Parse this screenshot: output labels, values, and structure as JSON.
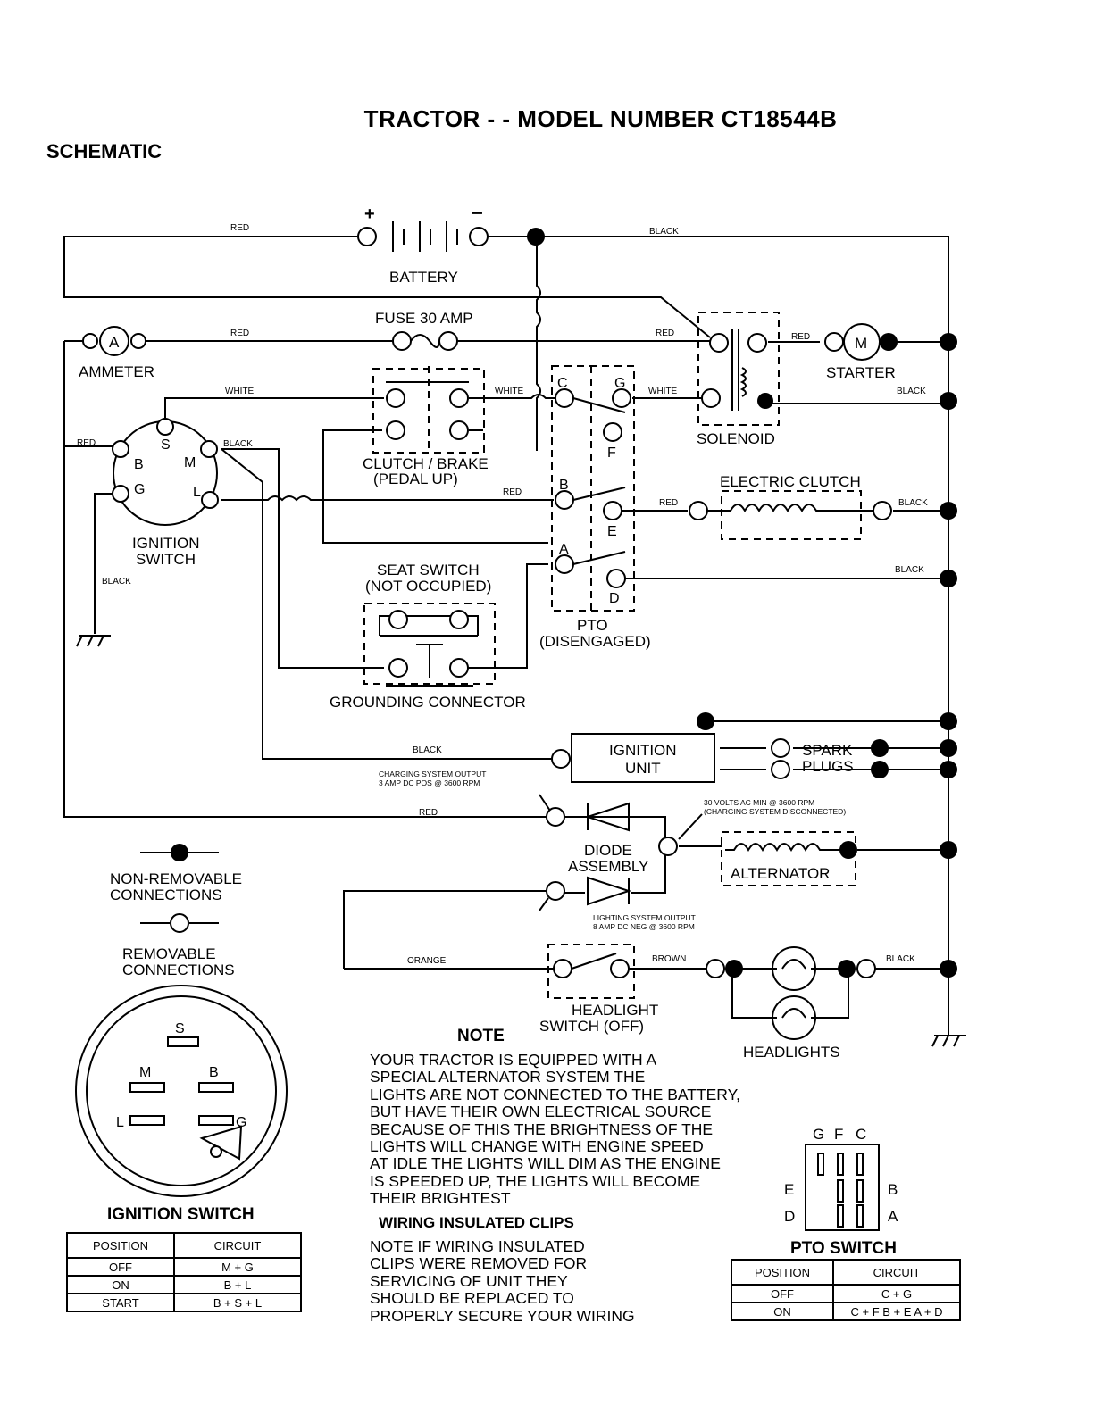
{
  "title": "TRACTOR - - MODEL NUMBER CT18544B",
  "section": "SCHEMATIC",
  "components": {
    "battery": "BATTERY",
    "fuse": "FUSE 30 AMP",
    "ammeter": "AMMETER",
    "ammeter_symbol": "A",
    "starter": "STARTER",
    "starter_symbol": "M",
    "solenoid": "SOLENOID",
    "clutch_brake": "CLUTCH / BRAKE",
    "clutch_brake_state": "(PEDAL UP)",
    "ignition_switch": "IGNITION",
    "ignition_switch_2": "SWITCH",
    "electric_clutch": "ELECTRIC CLUTCH",
    "seat_switch": "SEAT SWITCH",
    "seat_switch_state": "(NOT OCCUPIED)",
    "grounding_connector": "GROUNDING CONNECTOR",
    "pto": "PTO",
    "pto_state": "(DISENGAGED)",
    "ignition_unit": "IGNITION",
    "ignition_unit_2": "UNIT",
    "spark_plugs": "SPARK",
    "spark_plugs_2": "PLUGS",
    "diode": "DIODE",
    "diode_2": "ASSEMBLY",
    "alternator": "ALTERNATOR",
    "headlight_switch": "HEADLIGHT",
    "headlight_switch_state": "SWITCH (OFF)",
    "headlights": "HEADLIGHTS"
  },
  "terminals": {
    "S": "S",
    "B": "B",
    "M": "M",
    "G": "G",
    "L": "L",
    "C": "C",
    "F": "F",
    "E": "E",
    "D": "D",
    "A": "A",
    "plus": "+",
    "minus": "−"
  },
  "wires": {
    "red": "RED",
    "black": "BLACK",
    "white": "WHITE",
    "orange": "ORANGE",
    "brown": "BROWN"
  },
  "annotations": {
    "charging_output_1": "CHARGING SYSTEM OUTPUT",
    "charging_output_2": "3 AMP DC POS  @ 3600 RPM",
    "ac_1": "30 VOLTS AC MIN  @ 3600 RPM",
    "ac_2": "(CHARGING SYSTEM DISCONNECTED)",
    "lighting_1": "LIGHTING SYSTEM OUTPUT",
    "lighting_2": "8 AMP DC NEG  @ 3600 RPM"
  },
  "legend": {
    "non_removable_1": "NON-REMOVABLE",
    "non_removable_2": "CONNECTIONS",
    "removable_1": "REMOVABLE",
    "removable_2": "CONNECTIONS"
  },
  "ignition_table": {
    "title": "IGNITION SWITCH",
    "headers": [
      "POSITION",
      "CIRCUIT"
    ],
    "rows": [
      [
        "OFF",
        "M + G"
      ],
      [
        "ON",
        "B + L"
      ],
      [
        "START",
        "B + S + L"
      ]
    ]
  },
  "pto_table": {
    "title": "PTO SWITCH",
    "headers": [
      "POSITION",
      "CIRCUIT"
    ],
    "rows": [
      [
        "OFF",
        "C + G"
      ],
      [
        "ON",
        "C + F  B + E  A + D"
      ]
    ],
    "pin_labels": [
      "G",
      "F",
      "C",
      "E",
      "B",
      "D",
      "A"
    ]
  },
  "note": {
    "title": "NOTE",
    "lines": [
      "YOUR TRACTOR IS EQUIPPED WITH A",
      "SPECIAL ALTERNATOR SYSTEM   THE",
      "LIGHTS ARE NOT CONNECTED TO THE BATTERY,",
      "BUT HAVE THEIR OWN ELECTRICAL SOURCE",
      "BECAUSE OF THIS  THE BRIGHTNESS OF THE",
      "LIGHTS WILL CHANGE WITH ENGINE SPEED",
      "AT IDLE THE LIGHTS WILL DIM   AS THE ENGINE",
      "IS SPEEDED UP, THE LIGHTS WILL BECOME",
      "THEIR BRIGHTEST"
    ]
  },
  "clips_note": {
    "title": "WIRING INSULATED CLIPS",
    "lines": [
      "NOTE  IF WIRING INSULATED",
      "CLIPS WERE REMOVED FOR",
      "SERVICING OF UNIT  THEY",
      "SHOULD BE REPLACED TO",
      "PROPERLY SECURE YOUR WIRING"
    ]
  }
}
